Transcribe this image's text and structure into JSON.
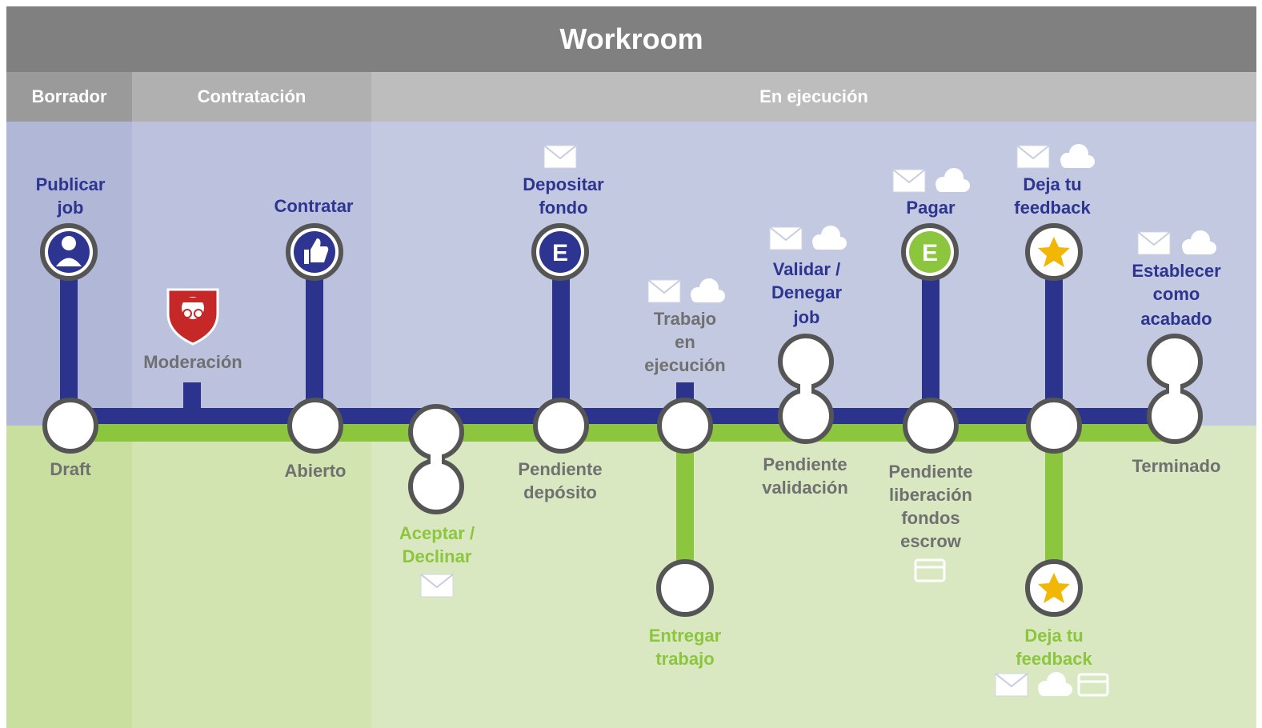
{
  "title": "Workroom",
  "phases": {
    "borrador": "Borrador",
    "contratacion": "Contratación",
    "ejecucion": "En ejecución"
  },
  "colors": {
    "blue_track": "#2b338c",
    "green_track": "#8cc63f",
    "top_band": "#c3c9e0",
    "bottom_band": "#d9e8c0",
    "node_ring": "#555555"
  },
  "actions_top": {
    "publicar": [
      "Publicar",
      "job"
    ],
    "contratar": "Contratar",
    "depositar": [
      "Depositar",
      "fondo"
    ],
    "validar": [
      "Validar /",
      "Denegar",
      "job"
    ],
    "pagar": "Pagar",
    "feedback_top": [
      "Deja tu",
      "feedback"
    ],
    "establecer": [
      "Establecer",
      "como",
      "acabado"
    ],
    "trabajo": [
      "Trabajo",
      "en",
      "ejecución"
    ],
    "moderacion": "Moderación"
  },
  "actions_bottom": {
    "aceptar": [
      "Aceptar /",
      "Declinar"
    ],
    "entregar": [
      "Entregar",
      "trabajo"
    ],
    "feedback_bottom": [
      "Deja tu",
      "feedback"
    ]
  },
  "states": {
    "draft": "Draft",
    "abierto": "Abierto",
    "pendiente_deposito": [
      "Pendiente",
      "depósito"
    ],
    "pendiente_validacion": [
      "Pendiente",
      "validación"
    ],
    "pendiente_liberacion": [
      "Pendiente",
      "liberación",
      "fondos",
      "escrow"
    ],
    "terminado": "Terminado"
  },
  "icons": {
    "escrow_badge_letter": "E"
  }
}
